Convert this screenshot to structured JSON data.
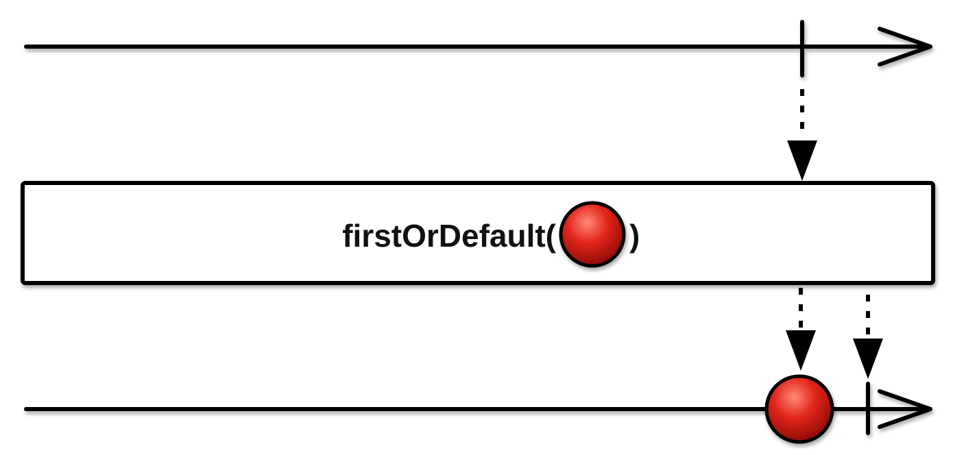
{
  "operator": {
    "name_prefix": "firstOrDefault(",
    "name_suffix": ")",
    "default_marble_icon": "red-ball-icon"
  },
  "colors": {
    "line": "#000000",
    "marble_highlight": "#ff8a7a",
    "marble_mid": "#e2261c",
    "marble_dark": "#8c0a06",
    "box_fill": "#ffffff"
  },
  "source_stream": {
    "events": [
      "completion"
    ]
  },
  "result_stream": {
    "events": [
      "default-value-emission",
      "completion"
    ]
  }
}
